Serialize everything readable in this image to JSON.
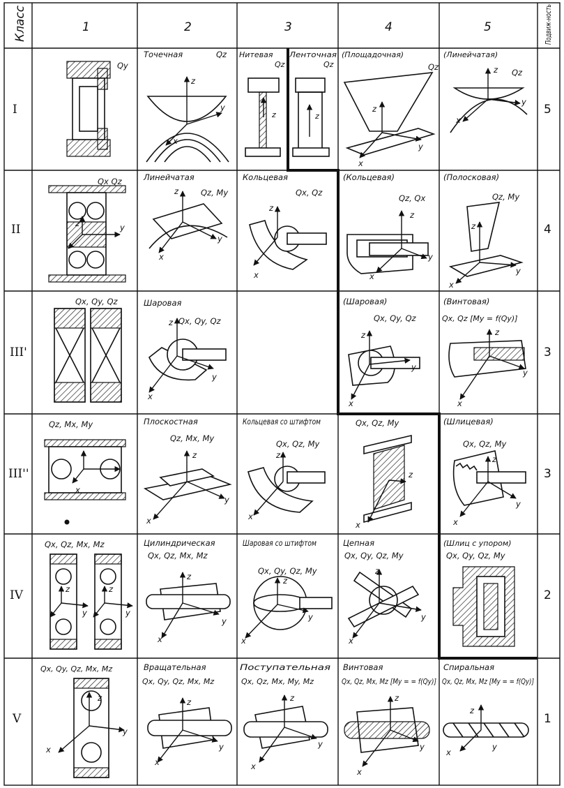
{
  "header": {
    "class_label": "Класс",
    "columns": [
      "1",
      "2",
      "3",
      "4",
      "5"
    ],
    "mobility_label": "Подвиж-ность"
  },
  "rows": [
    {
      "class": "I",
      "mobility": "5",
      "cells": [
        {
          "name": "",
          "forces": "Qy"
        },
        {
          "name": "Точечная",
          "forces": "Qz"
        },
        {
          "name": "Нитевая",
          "forces": "Qz"
        },
        {
          "name": "Ленточная",
          "forces": "Qz"
        },
        {
          "name": "(Площадочная)",
          "forces": "Qz"
        },
        {
          "name": "(Линейчатая)",
          "forces": "Qz"
        }
      ]
    },
    {
      "class": "II",
      "mobility": "4",
      "cells": [
        {
          "name": "",
          "forces": "Qx  Qz"
        },
        {
          "name": "Линейчатая",
          "forces": "Qz, My"
        },
        {
          "name": "Кольцевая",
          "forces": "Qx, Qz"
        },
        {
          "name": "(Кольцевая)",
          "forces": "Qz, Qx"
        },
        {
          "name": "(Полосковая)",
          "forces": "Qz, My"
        }
      ]
    },
    {
      "class": "III'",
      "mobility": "3",
      "cells": [
        {
          "name": "",
          "forces": "Qx, Qy,  Qz"
        },
        {
          "name": "Шаровая",
          "forces": "Qx, Qy, Qz"
        },
        {
          "name": "",
          "forces": ""
        },
        {
          "name": "(Шаровая)",
          "forces": "Qx, Qy, Qz"
        },
        {
          "name": "(Винтовая)",
          "forces": "Qx, Qz [My = f(Qy)]"
        }
      ]
    },
    {
      "class": "III''",
      "mobility": "3",
      "cells": [
        {
          "name": "",
          "forces": "Qz, Mx, My"
        },
        {
          "name": "Плоскостная",
          "forces": "Qz, Mx, My"
        },
        {
          "name": "Кольцевая со штифтом",
          "forces": "Qx, Qz, My"
        },
        {
          "name": "",
          "forces": "Qx, Qz, My"
        },
        {
          "name": "(Шлицевая)",
          "forces": "Qx, Qz, My"
        }
      ]
    },
    {
      "class": "IV",
      "mobility": "2",
      "cells": [
        {
          "name": "",
          "forces": "Qx, Qz, Mx, Mz"
        },
        {
          "name": "Цилиндрическая",
          "forces": "Qx, Qz, Mx, Mz"
        },
        {
          "name": "Шаровая со штифтом",
          "forces": "Qx, Qy, Qz, My"
        },
        {
          "name": "Цепная",
          "forces": "Qx, Qy, Qz, My"
        },
        {
          "name": "(Шлиц с упором)",
          "forces": "Qx, Qy, Qz, My"
        }
      ]
    },
    {
      "class": "V",
      "mobility": "1",
      "cells": [
        {
          "name": "",
          "forces": "Qx, Qy, Qz, Mx, Mz"
        },
        {
          "name": "Вращательная",
          "forces": "Qx, Qy, Qz, Mx, Mz"
        },
        {
          "name": "Поступательная",
          "forces": "Qx, Qz, Mx, My, Mz"
        },
        {
          "name": "Винтовая",
          "forces": "Qx, Qz, Mx, Mz [My = = f(Qy)]"
        },
        {
          "name": "Спиральная",
          "forces": "Qx, Qz, Mx, Mz [My = = f(Qy)]"
        }
      ]
    }
  ],
  "axis_labels": {
    "x": "x",
    "y": "y",
    "z": "z"
  }
}
